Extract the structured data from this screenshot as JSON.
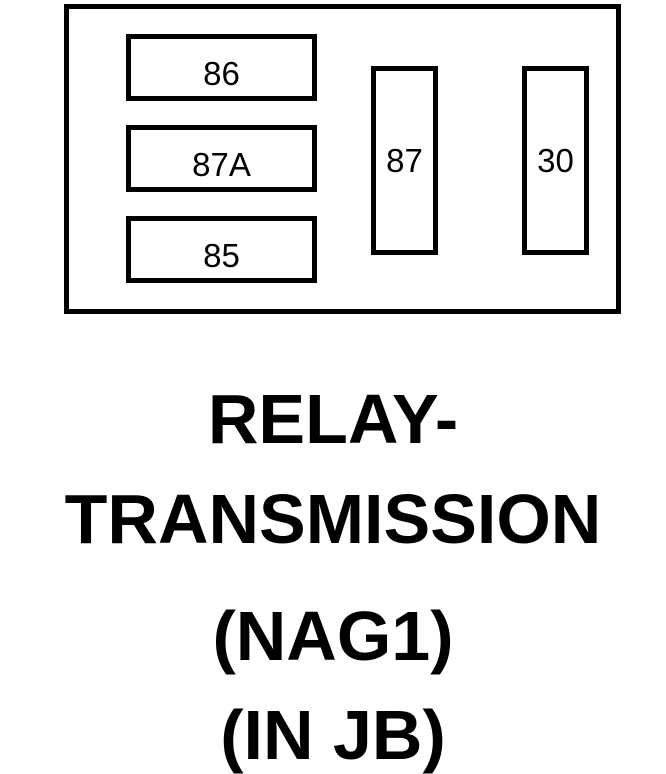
{
  "relay": {
    "pins": {
      "pin_86": "86",
      "pin_87a": "87A",
      "pin_85": "85",
      "pin_87": "87",
      "pin_30": "30"
    }
  },
  "caption": {
    "line1": "RELAY-",
    "line2": "TRANSMISSION",
    "line3": "(NAG1)",
    "line4": "(IN JB)"
  }
}
